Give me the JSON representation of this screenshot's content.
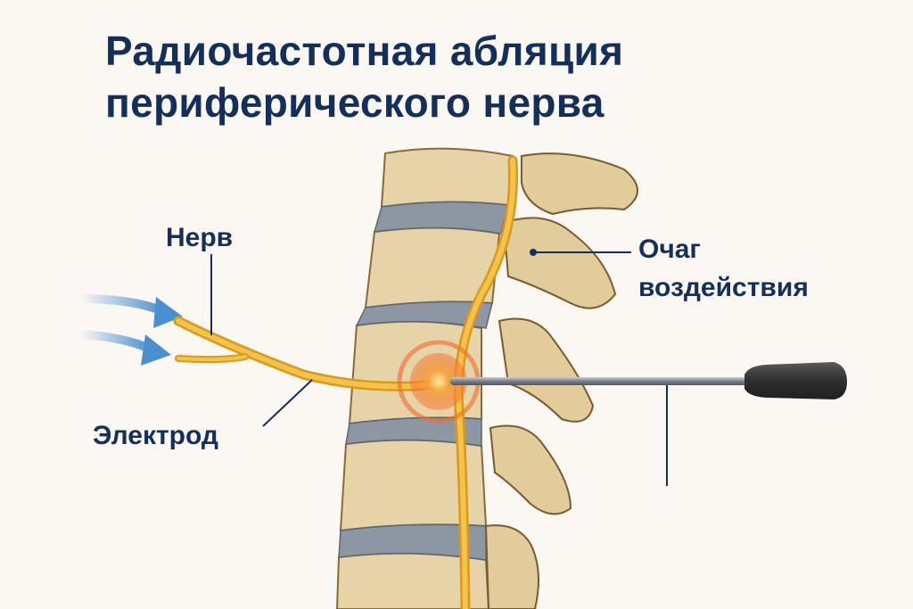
{
  "title": {
    "line1": "Радиочастотная абляция",
    "line2": "периферического нерва"
  },
  "labels": {
    "nerve": "Нерв",
    "electrode": "Электрод",
    "target_line1": "Очаг",
    "target_line2": "воздействия"
  },
  "colors": {
    "title_text": "#14305a",
    "background": "#fbf8f3",
    "bone": "#e6d3a8",
    "bone_outline": "#8a6a3a",
    "disc": "#8d96a3",
    "nerve": "#f0b429",
    "arrow": "#4a8fcf",
    "ablation_glow": "#f26b2a",
    "probe_handle": "#3a3a3a",
    "probe_shaft": "#9aa0a6"
  }
}
